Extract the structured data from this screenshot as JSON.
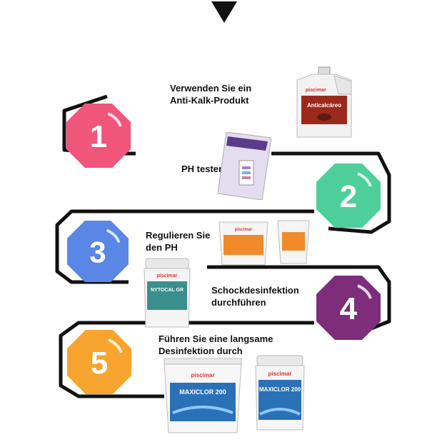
{
  "steps": [
    {
      "number": "1",
      "label_line1": "Verwenden Sie ein",
      "label_line2": "Anti-Kalk-Produkt",
      "color": "#f0557a"
    },
    {
      "number": "2",
      "label_line1": "PH testen",
      "label_line2": "",
      "color": "#4ecf9a"
    },
    {
      "number": "3",
      "label_line1": "Regulieren Sie",
      "label_line2": "den PH",
      "color": "#5a86e6"
    },
    {
      "number": "4",
      "label_line1": "Schockdesinfektion",
      "label_line2": "durchführen",
      "color": "#7d2d79"
    },
    {
      "number": "5",
      "label_line1": "Führen Sie eine langsame",
      "label_line2": "Desinfektion durch",
      "color": "#f7a52e"
    }
  ],
  "products": {
    "anticalcareo": {
      "brand": "piscimar",
      "name": "Anticalcáreo"
    },
    "ph_strips": {
      "brand": "",
      "name": ""
    },
    "ph_regulator": {
      "brand": "piscimar",
      "name": ""
    },
    "shock": {
      "brand": "piscimar",
      "name": "NYTOCAL GR"
    },
    "maxiclor_bucket": {
      "brand": "piscimar",
      "name": "MAXICLOR 200"
    },
    "maxiclor_tub": {
      "brand": "piscimar",
      "name": "MAXICLOR 200"
    }
  },
  "indicator": {
    "icon": "triangle-down-icon"
  }
}
